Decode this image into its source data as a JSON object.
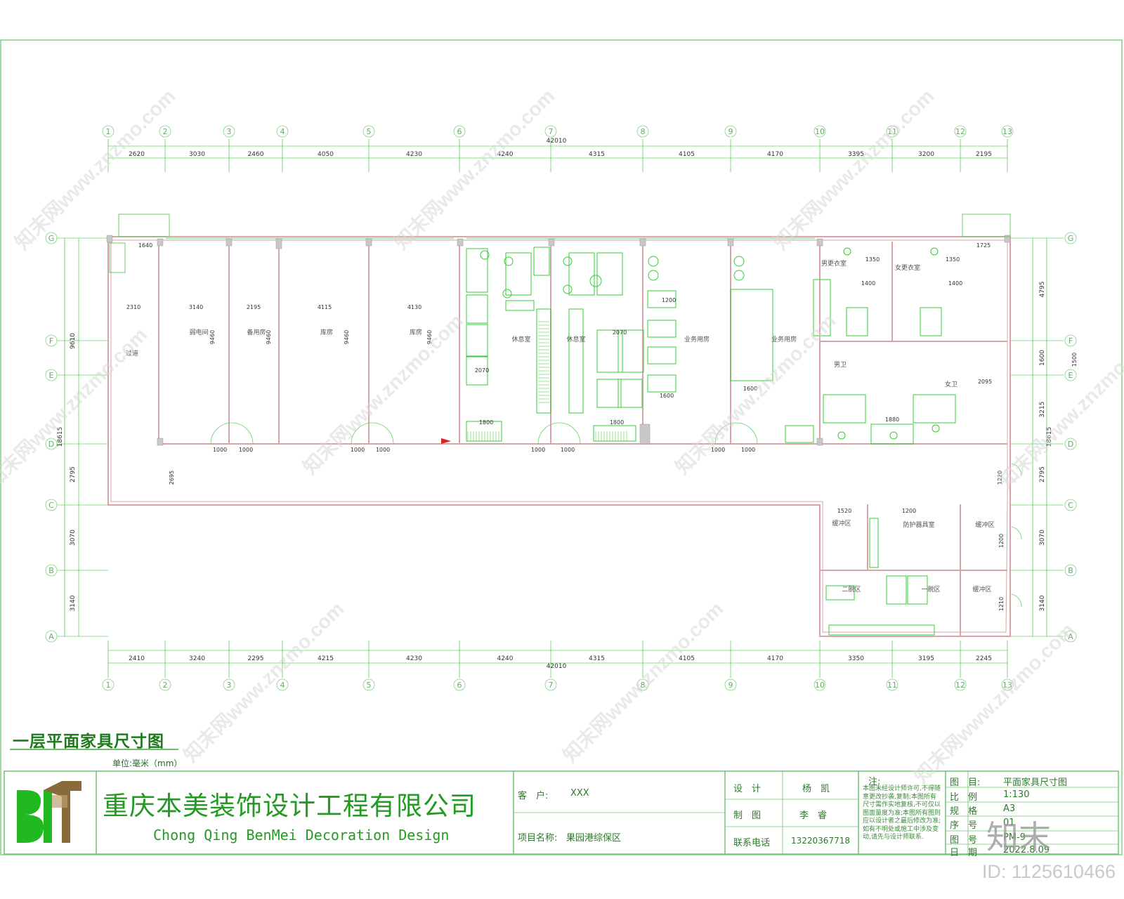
{
  "drawing": {
    "plan_title": "一层平面家具尺寸图",
    "unit_note": "单位:毫米（mm）",
    "grid_numbers": [
      "1",
      "2",
      "3",
      "4",
      "5",
      "6",
      "7",
      "8",
      "9",
      "10",
      "11",
      "12",
      "13"
    ],
    "grid_letters": [
      "G",
      "F",
      "E",
      "D",
      "C",
      "B",
      "A"
    ],
    "top_total": "42010",
    "top_dims": [
      "2620",
      "3030",
      "2460",
      "4050",
      "4230",
      "4240",
      "4315",
      "4105",
      "4170",
      "3395",
      "3200",
      "2195"
    ],
    "bottom_total": "42010",
    "bottom_dims": [
      "2410",
      "3240",
      "2295",
      "4215",
      "4230",
      "4240",
      "4315",
      "4105",
      "4170",
      "3350",
      "3195",
      "2245"
    ],
    "left_dims": [
      "9610",
      "2795",
      "3070",
      "3140"
    ],
    "left_total": "18615",
    "right_dims": [
      "4795",
      "1600",
      "3215",
      "2795",
      "3070",
      "3140"
    ],
    "right_total": "18615",
    "rooms": [
      "过道",
      "弱电间",
      "备用房",
      "库房",
      "库房",
      "休息室",
      "休息室",
      "业务用房",
      "业务用房",
      "男更衣室",
      "女更衣室",
      "男卫",
      "女卫",
      "缓冲区",
      "防护器具室",
      "缓冲区",
      "二脱区",
      "一脱区",
      "缓冲区"
    ],
    "room_dims": [
      "2310",
      "3140",
      "2195",
      "4115",
      "4130",
      "9460",
      "9460",
      "9460",
      "9460",
      "1640",
      "1725",
      "1000",
      "1000",
      "1000",
      "1000",
      "1000",
      "1000",
      "1000",
      "1000",
      "2695",
      "1800",
      "1800",
      "2070",
      "2070",
      "1600",
      "1600",
      "1200",
      "1350",
      "1350",
      "1400",
      "1400",
      "1500",
      "2095",
      "1220",
      "1520",
      "1200",
      "1880",
      "1200",
      "1210"
    ]
  },
  "title_block": {
    "company_cn": "重庆本美装饰设计工程有限公司",
    "company_en": "Chong Qing BenMei Decoration Design",
    "client_label": "客　户:",
    "client_value": "XXX",
    "project_label": "项目名称:",
    "project_value": "果园港综保区",
    "design_label": "设　计",
    "design_value": "杨　凯",
    "draw_label": "制　图",
    "draw_value": "李　睿",
    "phone_label": "联系电话",
    "phone_value": "13220367718",
    "note_label": "注:",
    "note_text": "本图未经设计师许可,不得随意更改抄袭,复制;本图所有尺寸需作实地复核,不可仅以图面量度为准;本图所有图则应以设计者之最后修改为准;如有不明处或施工中涉及变动,请先与设计师联系.",
    "drawing_label": "图　目:",
    "drawing_value": "平面家具尺寸图",
    "scale_label": "比　例",
    "scale_value": "1:130",
    "size_label": "规　格",
    "size_value": "A3",
    "seq_label": "序　号",
    "seq_value": "01",
    "num_label": "图　号",
    "num_value": "PM-9",
    "date_label": "日　期",
    "date_value": "2022.8.09"
  },
  "watermark": {
    "site": "知末网www.znzmo.com",
    "brand": "知末",
    "id": "ID: 1125610466"
  },
  "colors": {
    "wall": "#d9a3a8",
    "dim": "#1fbf1f",
    "furniture": "#33cc33",
    "text": "#2b7a2b"
  }
}
